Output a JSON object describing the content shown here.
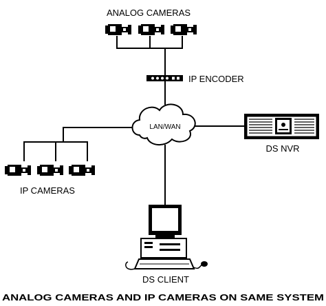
{
  "diagram": {
    "labels": {
      "analog_cameras": "ANALOG CAMERAS",
      "ip_encoder": "IP ENCODER",
      "lan_wan": "LAN/WAN",
      "ds_nvr": "DS NVR",
      "ip_cameras": "IP CAMERAS",
      "ds_client": "DS CLIENT"
    },
    "caption": "ANALOG CAMERAS AND IP CAMERAS ON SAME SYSTEM"
  },
  "icons": [
    "camera-icon",
    "encoder-icon",
    "cloud-icon",
    "nvr-icon",
    "computer-icon"
  ]
}
